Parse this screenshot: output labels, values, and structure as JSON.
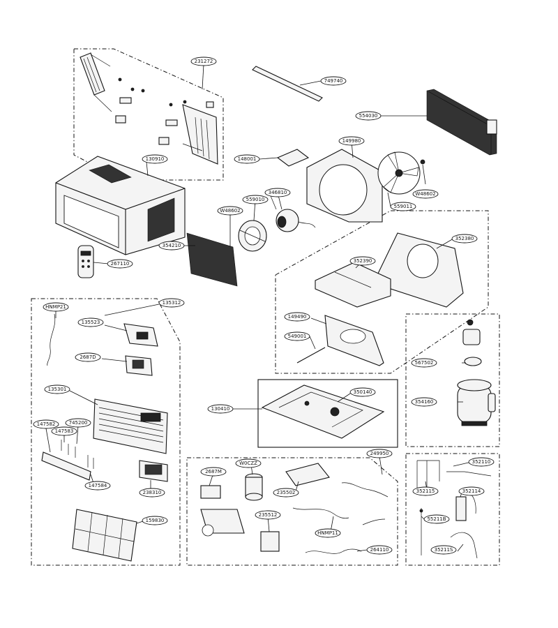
{
  "diagram": {
    "labels": {
      "l_231272": "231272",
      "l_749740": "749740",
      "l_554030": "554030",
      "l_130910": "130910",
      "l_148001": "148001",
      "l_149980": "149980",
      "l_559010": "559010",
      "l_346810": "346810",
      "l_w48602a": "W48602",
      "l_w48602b": "W48602",
      "l_559011": "559011",
      "l_354210": "354210",
      "l_267110": "267110",
      "l_352380": "352380",
      "l_352390": "352390",
      "l_135312": "135312",
      "l_hnmp21": "HNMP21",
      "l_135523": "135523",
      "l_26870": "2687D",
      "l_135301": "135301",
      "l_147582": "147582",
      "l_745200": "745200",
      "l_147583": "147583",
      "l_147584": "147584",
      "l_238310": "238310",
      "l_159830": "159830",
      "l_149490": "149490",
      "l_549001": "549001",
      "l_567502": "567502",
      "l_350140": "350140",
      "l_130410": "130410",
      "l_354160": "354160",
      "l_249950": "249950",
      "l_2687m": "2687M",
      "l_w0czz": "W0CZZ",
      "l_235502": "235502",
      "l_235512": "235512",
      "l_hnmp11": "HNMP11",
      "l_264110": "264110",
      "l_352110": "352110",
      "l_352115": "352115",
      "l_352114": "352114",
      "l_5521b": "55211B",
      "l_352115s": "35211S"
    }
  }
}
